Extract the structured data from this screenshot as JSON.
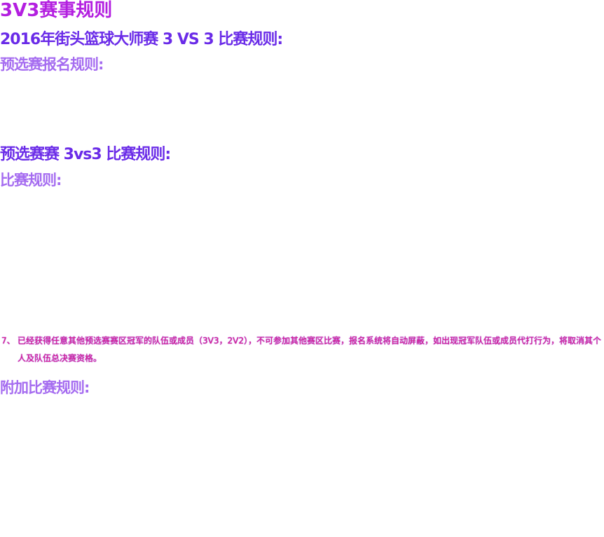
{
  "page": {
    "title": "3V3赛事规则",
    "rule_title": "2016年街头篮球大师赛 3 VS 3 比赛规则:",
    "sections": {
      "prelim_registration": "预选赛报名规则:",
      "prelim_match": "预选赛赛 3vs3 比赛规则:",
      "match_rules": "比赛规则:",
      "extra_rules": "附加比赛规则:"
    },
    "rules": [
      {
        "number": "7、",
        "text": "已经获得任意其他预选赛赛区冠军的队伍或成员（3V3，2V2），不可参加其他赛区比赛，报名系统将自动屏蔽，如出现冠军队伍或成员代打行为，将取消其个人及队伍总决赛资格。"
      }
    ]
  },
  "colors": {
    "main_title": "#b31fe0",
    "sub_title": "#6a2be8",
    "section_title": "#a56cf0",
    "rule_text": "#e0238a"
  }
}
